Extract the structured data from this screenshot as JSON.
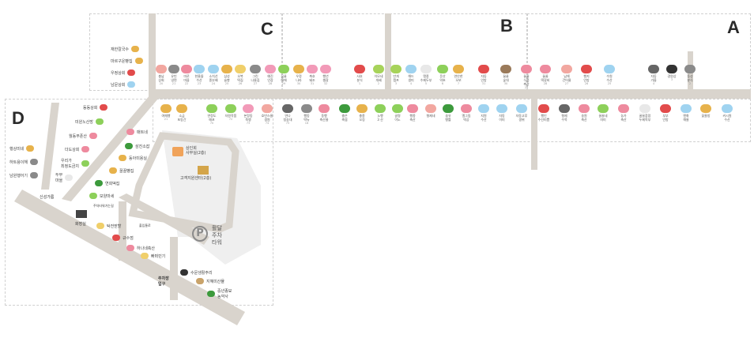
{
  "zones": {
    "a": "A",
    "b": "B",
    "c": "C",
    "d": "D"
  },
  "top_row": [
    {
      "name": "충남\n상회",
      "no": "20",
      "icon": "fish-icon",
      "color": "#f2a7a0"
    },
    {
      "name": "유빈\n냉면",
      "no": "21",
      "icon": "fork-icon",
      "color": "#8a8a8a"
    },
    {
      "name": "미로\n마을",
      "no": "22",
      "icon": "meat-icon",
      "color": "#ee8a9e"
    },
    {
      "name": "한울뜰\n수산",
      "no": "23",
      "icon": "fish-icon",
      "color": "#9fd3f0"
    },
    {
      "name": "소치선\n종부배",
      "no": "24",
      "icon": "fish-icon",
      "color": "#9fd3f0"
    },
    {
      "name": "삼성\n슬빵",
      "no": "25",
      "icon": "bread-icon",
      "color": "#e7b24b"
    },
    {
      "name": "오복\n떡집",
      "no": "26",
      "icon": "ricecake-icon",
      "color": "#f0cf6a"
    },
    {
      "name": "그린\n나물집",
      "no": "27",
      "icon": "fork-icon",
      "color": "#8a8a8a"
    },
    {
      "name": "예진\n인장",
      "no": "28",
      "icon": "clothes-icon",
      "color": "#f29ab8"
    },
    {
      "name": "꿈꿀\n애애",
      "no": "29",
      "icon": "clothes-icon",
      "color": "#8dd05a"
    },
    {
      "name": "우정\n나라",
      "no": "30",
      "icon": "bowl-icon",
      "color": "#e7b24b"
    },
    {
      "name": "축호\n돼조",
      "no": "31",
      "icon": "pig-icon",
      "color": "#f29ab8"
    },
    {
      "name": "행년\n쌩갈",
      "no": "32",
      "icon": "pig-icon",
      "color": "#f29ab8"
    },
    {
      "name": "사호\n분식",
      "no": "1",
      "icon": "bowl-icon",
      "color": "#e24b4b"
    },
    {
      "name": "이모네\n개혜",
      "no": "2",
      "icon": "clothes-icon",
      "color": "#a7d35a"
    },
    {
      "name": "만개\n캠프",
      "no": "3",
      "icon": "clothes-icon",
      "color": "#a7d35a"
    },
    {
      "name": "해드\n생미",
      "no": "4",
      "icon": "fish-icon",
      "color": "#9fd3f0"
    },
    {
      "name": "맹종\n수제두부",
      "no": "5",
      "icon": "tofu-icon",
      "color": "#e8e8e8"
    },
    {
      "name": "운산\n약초",
      "no": "6",
      "icon": "herb-icon",
      "color": "#8dd05a"
    },
    {
      "name": "연안한\n오보",
      "no": "7",
      "icon": "bread-icon",
      "color": "#e7b24b"
    },
    {
      "name": "자동\n인방",
      "no": "31",
      "icon": "bowl-icon",
      "color": "#e24b4b"
    },
    {
      "name": "꿀꿀\n숯대",
      "no": "30",
      "icon": "meat-icon",
      "color": "#9a7a5a"
    },
    {
      "name": "꿀꿀\n식품\n축산",
      "no": "29",
      "icon": "meat-icon",
      "color": "#ee8a9e"
    },
    {
      "name": "꿀꿀\n떡갈비",
      "no": "28",
      "icon": "meat-icon",
      "color": "#ee8a9e"
    },
    {
      "name": "남해\n건어물",
      "no": "27",
      "icon": "fish-icon",
      "color": "#f2a7a0"
    },
    {
      "name": "행지\n인방",
      "no": "26",
      "icon": "bowl-icon",
      "color": "#e24b4b"
    },
    {
      "name": "수원\n수산",
      "no": "25",
      "icon": "fish-icon",
      "color": "#9fd3f0"
    },
    {
      "name": "자동\n가름",
      "no": "4",
      "icon": "mesh-icon",
      "color": "#666"
    },
    {
      "name": "경원상",
      "no": "3",
      "icon": "grill-icon",
      "color": "#333"
    },
    {
      "name": "동성\n분식",
      "no": "2",
      "icon": "fork-icon",
      "color": "#8a8a8a"
    }
  ],
  "bottom_row": [
    {
      "name": "여깨빵",
      "no": "21",
      "icon": "bread-icon",
      "color": "#e7b24b"
    },
    {
      "name": "소금\n포동간",
      "no": "",
      "icon": "bread-icon",
      "color": "#e7b24b"
    },
    {
      "name": "연정도\n매포",
      "no": "70",
      "icon": "herb-icon",
      "color": "#8dd05a"
    },
    {
      "name": "자원작품",
      "no": "72",
      "icon": "herb-icon",
      "color": "#8dd05a"
    },
    {
      "name": "본정동\n죽뱅",
      "no": "73",
      "icon": "pig-icon",
      "color": "#f29ab8"
    },
    {
      "name": "호빈스물\n생원",
      "no": "74",
      "icon": "fish-icon",
      "color": "#f2a7a0"
    },
    {
      "name": "연나\n청송대",
      "no": "75",
      "icon": "box-icon",
      "color": "#666"
    },
    {
      "name": "행동\n떡뉴",
      "no": "16",
      "icon": "fork-icon",
      "color": "#8a8a8a"
    },
    {
      "name": "동행\n축산물",
      "no": "",
      "icon": "meat-icon",
      "color": "#ee8a9e"
    },
    {
      "name": "충은\n축엽",
      "no": "",
      "icon": "herb-icon",
      "color": "#3c9a3c"
    },
    {
      "name": "충종\n오징",
      "no": "",
      "icon": "bread-icon",
      "color": "#e7b24b"
    },
    {
      "name": "노행\n3 산",
      "no": "",
      "icon": "herb-icon",
      "color": "#8dd05a"
    },
    {
      "name": "골명\n이노",
      "no": "",
      "icon": "herb-icon",
      "color": "#8dd05a"
    },
    {
      "name": "행종\n축산",
      "no": "",
      "icon": "meat-icon",
      "color": "#ee8a9e"
    },
    {
      "name": "형제네",
      "no": "",
      "icon": "fish-icon",
      "color": "#f2a7a0"
    },
    {
      "name": "솜유\n빵틀",
      "no": "",
      "icon": "herb-icon",
      "color": "#3c9a3c"
    },
    {
      "name": "엘그림\n떡공",
      "no": "",
      "icon": "meat-icon",
      "color": "#ee8a9e"
    },
    {
      "name": "지원\n수산",
      "no": "",
      "icon": "fish-icon",
      "color": "#9fd3f0"
    },
    {
      "name": "자동\n이미",
      "no": "",
      "icon": "fish-icon",
      "color": "#9fd3f0"
    },
    {
      "name": "자동고루\n생위",
      "no": "",
      "icon": "fish-icon",
      "color": "#9fd3f0"
    },
    {
      "name": "행인\n수선미쁨",
      "no": "",
      "icon": "pepper-icon",
      "color": "#e24b4b"
    },
    {
      "name": "형제\n수목",
      "no": "",
      "icon": "mesh-icon",
      "color": "#666"
    },
    {
      "name": "송원\n축산",
      "no": "",
      "icon": "meat-icon",
      "color": "#ee8a9e"
    },
    {
      "name": "꿀꿀네\n미미",
      "no": "",
      "icon": "herb-icon",
      "color": "#8dd05a"
    },
    {
      "name": "농가\n축산",
      "no": "",
      "icon": "meat-icon",
      "color": "#ee8a9e"
    },
    {
      "name": "꿀꿀참맘\n두제목부",
      "no": "",
      "icon": "tofu-icon",
      "color": "#e8e8e8"
    },
    {
      "name": "부부\n인방",
      "no": "",
      "icon": "bowl-icon",
      "color": "#e24b4b"
    },
    {
      "name": "엔화\n해물",
      "no": "",
      "icon": "fish-icon",
      "color": "#9fd3f0"
    },
    {
      "name": "꽃물방",
      "no": "",
      "icon": "flower-icon",
      "color": "#e7b24b"
    },
    {
      "name": "커시원\n수산",
      "no": "",
      "icon": "fish-icon",
      "color": "#9fd3f0"
    }
  ],
  "c_left_column": [
    {
      "name": "재한칼국수",
      "icon": "bowl-icon",
      "color": "#e7b24b"
    },
    {
      "name": "마르구운빵집",
      "icon": "bread-icon",
      "color": "#e7b24b"
    },
    {
      "name": "우정상회",
      "icon": "bowl-icon",
      "color": "#e24b4b"
    },
    {
      "name": "남문상회",
      "icon": "fish-icon",
      "color": "#9fd3f0"
    }
  ],
  "d_diag_shops": [
    {
      "name": "동동상회",
      "icon": "pepper-icon",
      "color": "#e24b4b"
    },
    {
      "name": "미원노산방",
      "icon": "herb-icon",
      "color": "#8dd05a"
    },
    {
      "name": "월동부푼산",
      "icon": "meat-icon",
      "color": "#ee8a9e"
    },
    {
      "name": "더도상회",
      "icon": "meat-icon",
      "color": "#ee8a9e"
    },
    {
      "name": "우리가\n최정도금치",
      "icon": "herb-icon",
      "color": "#8dd05a"
    },
    {
      "name": "두부\n마을",
      "icon": "tofu-icon",
      "color": "#e8e8e8"
    }
  ],
  "d_inner_shops": [
    {
      "name": "매트네",
      "icon": "meat-icon",
      "color": "#ee8a9e"
    },
    {
      "name": "삼진소잡",
      "icon": "herb-icon",
      "color": "#3c9a3c"
    },
    {
      "name": "동아미용실",
      "icon": "bowl-icon",
      "color": "#e7b24b"
    },
    {
      "name": "꿀꿀빵집",
      "icon": "bread-icon",
      "color": "#e7b24b"
    },
    {
      "name": "연희떡집",
      "icon": "herb-icon",
      "color": "#3c9a3c"
    },
    {
      "name": "보양마세",
      "icon": "herb-icon",
      "color": "#8dd05a"
    }
  ],
  "d_left_shops": [
    {
      "name": "행상미네",
      "icon": "bowl-icon",
      "color": "#e7b24b"
    },
    {
      "name": "하트용이해",
      "icon": "fork-icon",
      "color": "#8a8a8a"
    },
    {
      "name": "남원행어기",
      "icon": "fork-icon",
      "color": "#8a8a8a"
    }
  ],
  "bottom_shops": [
    {
      "name": "탁전맏할",
      "icon": "bulb-icon",
      "color": "#f0cf6a"
    },
    {
      "name": "규수점",
      "icon": "meat-icon",
      "color": "#e24b4b"
    },
    {
      "name": "하나네축산",
      "icon": "meat-icon",
      "color": "#ee8a9e"
    },
    {
      "name": "빠떠민기",
      "icon": "bulb-icon",
      "color": "#f0cf6a"
    }
  ],
  "lower_right_shops": [
    {
      "name": "수문생활주리",
      "icon": "grill-icon",
      "color": "#333"
    },
    {
      "name": "지혜미산뮬",
      "icon": "bread-icon",
      "color": "#c9a36a"
    },
    {
      "name": "중년종묘\n농약사",
      "icon": "herb-icon",
      "color": "#3c9a3c"
    }
  ],
  "labels": {
    "office": "상인회\n사무실(2층)",
    "customer_center": "고객지원센터(2층)",
    "gate": "주차장\n입구",
    "parking": "활달\n주차\n타워",
    "parking_letter": "P",
    "restroom": "화장실",
    "sinseong": "신성가름",
    "road_label_1": "주차타워가는길",
    "road_label_2": "출입통로"
  }
}
